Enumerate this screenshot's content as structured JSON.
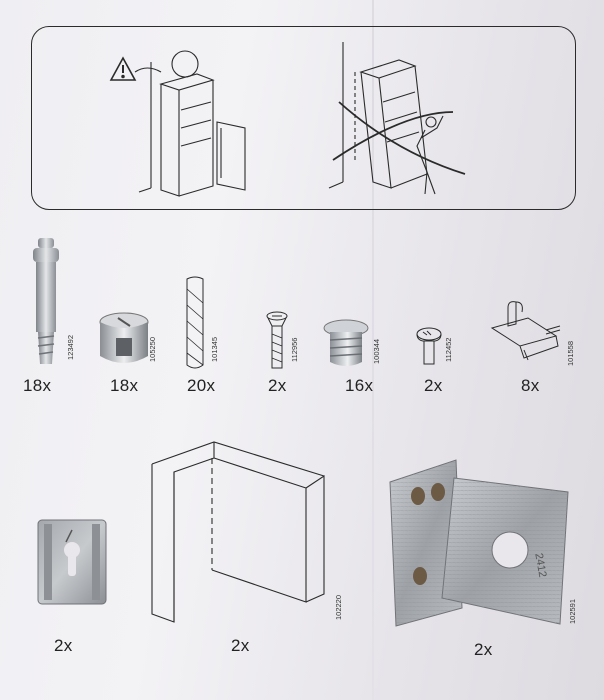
{
  "parts": [
    {
      "code": "123492",
      "qty": "18x",
      "icon": "wooden-dowel-cam-bolt"
    },
    {
      "code": "105250",
      "qty": "18x",
      "icon": "cam-lock-nut"
    },
    {
      "code": "101345",
      "qty": "20x",
      "icon": "wood-dowel"
    },
    {
      "code": "112956",
      "qty": "2x",
      "icon": "flat-head-screw"
    },
    {
      "code": "100344",
      "qty": "16x",
      "icon": "threaded-insert"
    },
    {
      "code": "112452",
      "qty": "2x",
      "icon": "round-head-pin"
    },
    {
      "code": "101558",
      "qty": "8x",
      "icon": "shelf-support"
    },
    {
      "code": "",
      "qty": "2x",
      "icon": "keyhole-wall-plate"
    },
    {
      "code": "102220",
      "qty": "2x",
      "icon": "corner-panel"
    },
    {
      "code": "102591",
      "qty": "2x",
      "icon": "metal-corner-bracket"
    }
  ],
  "warning": {
    "icon": "warning-triangle-icon"
  },
  "colors": {
    "line": "#2b2b2b",
    "metal": "#a9adb2",
    "bracket": "#8e9196"
  }
}
